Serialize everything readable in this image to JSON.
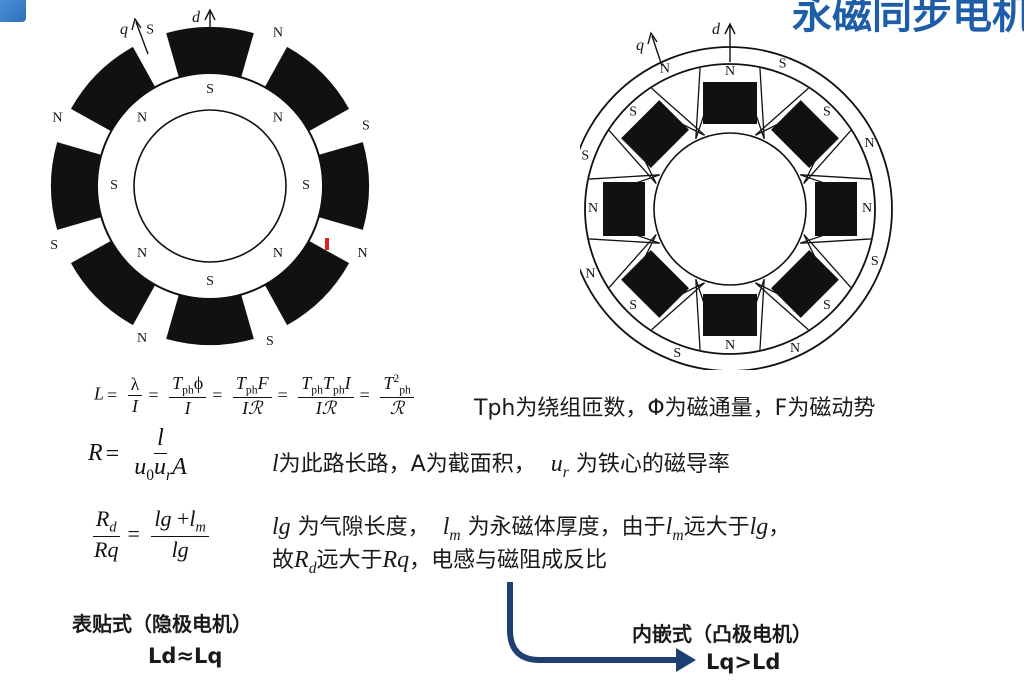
{
  "header": {
    "title_fragment": "永磁同步电机"
  },
  "motor_left": {
    "axis_q": "q",
    "axis_d": "d",
    "outer_labels": [
      "N",
      "S",
      "N",
      "S",
      "N",
      "S",
      "N",
      "S"
    ],
    "inner_labels": [
      "S",
      "N",
      "S",
      "N",
      "S",
      "N",
      "S",
      "N"
    ]
  },
  "motor_right": {
    "axis_q": "q",
    "axis_d": "d",
    "pole_labels": [
      "N",
      "S",
      "N",
      "S",
      "N",
      "S",
      "N",
      "S"
    ],
    "inner_labels": [
      "S",
      "N",
      "S",
      "N",
      "S",
      "N",
      "S",
      "N"
    ]
  },
  "formulas": {
    "inductance_desc": "Tph为绕组匝数，Φ为磁通量，F为磁动势",
    "reluctance_desc_l": "l",
    "reluctance_desc_1": "为此路长路，A为截面积，",
    "reluctance_desc_ur": "u",
    "reluctance_desc_ur_sub": "r",
    "reluctance_desc_2": "为铁心的磁导率",
    "ratio_lg": "lg",
    "ratio_desc_1": "为气隙长度，",
    "ratio_lm": "l",
    "ratio_lm_sub": "m",
    "ratio_desc_2": "为永磁体厚度，由于",
    "ratio_desc_3": "远大于",
    "ratio_desc_4": "，",
    "ratio_line2_a": "故",
    "ratio_Rd": "R",
    "ratio_Rd_sub": "d",
    "ratio_line2_b": "远大于",
    "ratio_Rq": "Rq",
    "ratio_line2_c": "，电感与磁阻成反比"
  },
  "surface_type": {
    "label": "表贴式（隐极电机）",
    "relation": "Ld≈Lq"
  },
  "interior_type": {
    "label": "内嵌式（凸极电机）",
    "relation": "Lq>Ld"
  },
  "colors": {
    "accent": "#1e5ea8",
    "arrow": "#1f3f73",
    "magnet": "#111111",
    "marker": "#e02020"
  }
}
